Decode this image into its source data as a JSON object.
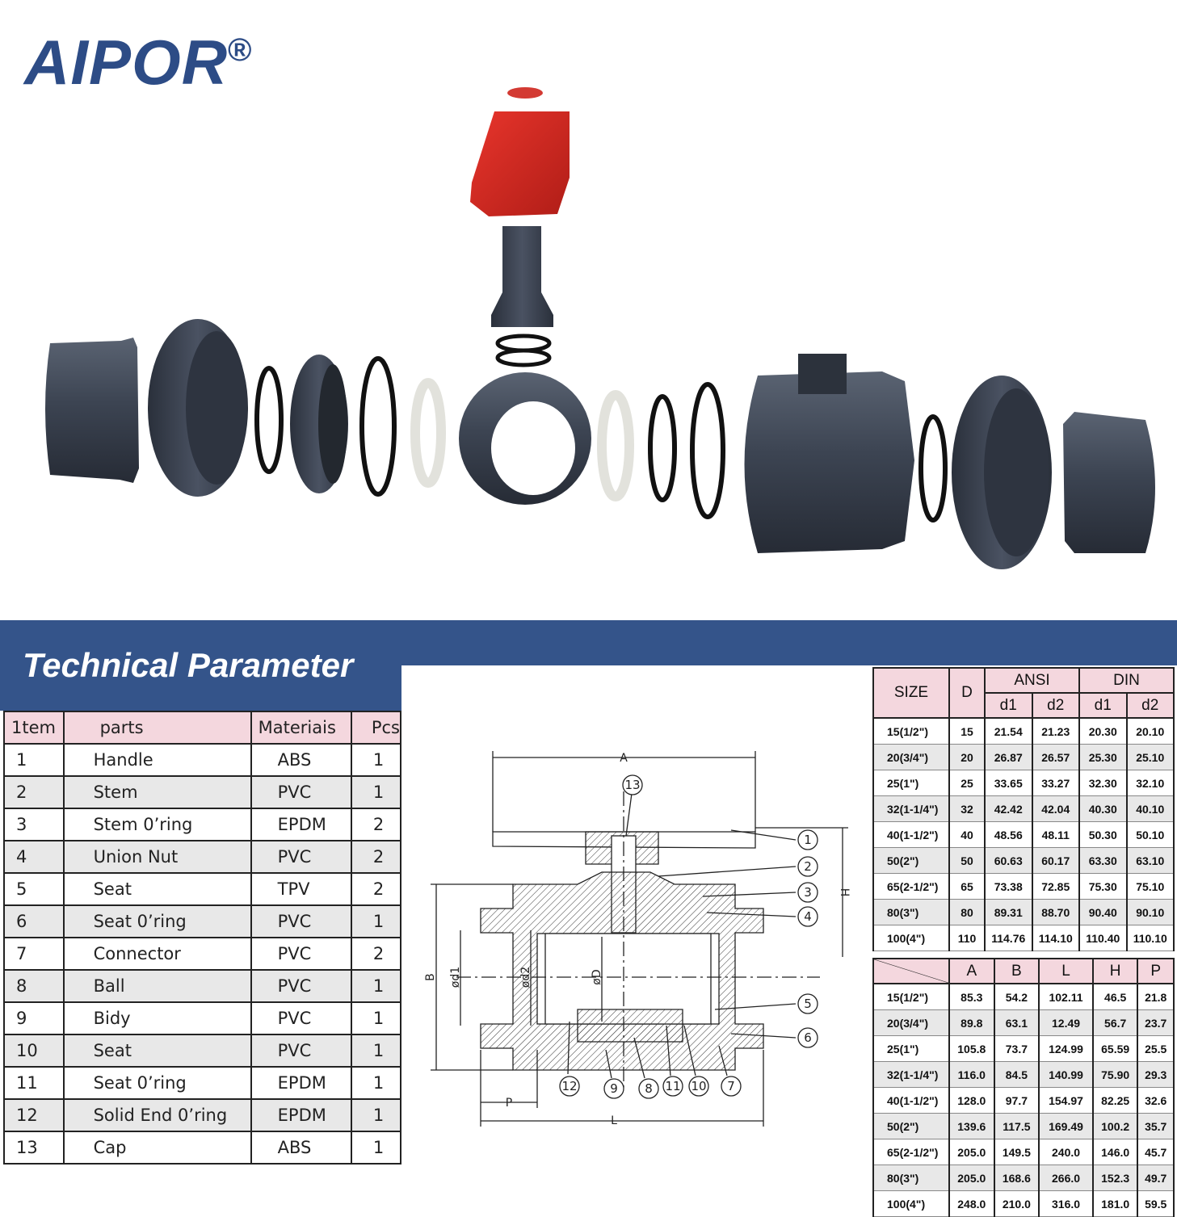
{
  "brand": {
    "name": "AIPOR",
    "mark": "®"
  },
  "banner": {
    "title": "Technical Parameter"
  },
  "parts_table": {
    "headers": [
      "1tem",
      "parts",
      "Materiais",
      "Pcs"
    ],
    "rows": [
      [
        "1",
        "Handle",
        "ABS",
        "1"
      ],
      [
        "2",
        "Stem",
        "PVC",
        "1"
      ],
      [
        "3",
        "Stem  0’ring",
        "EPDM",
        "2"
      ],
      [
        "4",
        "Union Nut",
        "PVC",
        "2"
      ],
      [
        "5",
        "Seat",
        "TPV",
        "2"
      ],
      [
        "6",
        "Seat  0’ring",
        "PVC",
        "1"
      ],
      [
        "7",
        "Connector",
        "PVC",
        "2"
      ],
      [
        "8",
        "Ball",
        "PVC",
        "1"
      ],
      [
        "9",
        "Bidy",
        "PVC",
        "1"
      ],
      [
        "10",
        "Seat",
        "PVC",
        "1"
      ],
      [
        "11",
        "Seat  0’ring",
        "EPDM",
        "1"
      ],
      [
        "12",
        "Solid End  0’ring",
        "EPDM",
        "1"
      ],
      [
        "13",
        "Cap",
        "ABS",
        "1"
      ]
    ]
  },
  "size_table": {
    "headers": {
      "size": "SIZE",
      "d": "D",
      "ansi": "ANSI",
      "din": "DIN",
      "d1": "d1",
      "d2": "d2"
    },
    "rows": [
      [
        "15(1/2\")",
        "15",
        "21.54",
        "21.23",
        "20.30",
        "20.10"
      ],
      [
        "20(3/4\")",
        "20",
        "26.87",
        "26.57",
        "25.30",
        "25.10"
      ],
      [
        "25(1\")",
        "25",
        "33.65",
        "33.27",
        "32.30",
        "32.10"
      ],
      [
        "32(1-1/4\")",
        "32",
        "42.42",
        "42.04",
        "40.30",
        "40.10"
      ],
      [
        "40(1-1/2\")",
        "40",
        "48.56",
        "48.11",
        "50.30",
        "50.10"
      ],
      [
        "50(2\")",
        "50",
        "60.63",
        "60.17",
        "63.30",
        "63.10"
      ],
      [
        "65(2-1/2\")",
        "65",
        "73.38",
        "72.85",
        "75.30",
        "75.10"
      ],
      [
        "80(3\")",
        "80",
        "89.31",
        "88.70",
        "90.40",
        "90.10"
      ],
      [
        "100(4\")",
        "110",
        "114.76",
        "114.10",
        "110.40",
        "110.10"
      ]
    ]
  },
  "dimension_table": {
    "headers": [
      "A",
      "B",
      "L",
      "H",
      "P"
    ],
    "rows": [
      [
        "15(1/2\")",
        "85.3",
        "54.2",
        "102.11",
        "46.5",
        "21.8"
      ],
      [
        "20(3/4\")",
        "89.8",
        "63.1",
        "12.49",
        "56.7",
        "23.7"
      ],
      [
        "25(1\")",
        "105.8",
        "73.7",
        "124.99",
        "65.59",
        "25.5"
      ],
      [
        "32(1-1/4\")",
        "116.0",
        "84.5",
        "140.99",
        "75.90",
        "29.3"
      ],
      [
        "40(1-1/2\")",
        "128.0",
        "97.7",
        "154.97",
        "82.25",
        "32.6"
      ],
      [
        "50(2\")",
        "139.6",
        "117.5",
        "169.49",
        "100.2",
        "35.7"
      ],
      [
        "65(2-1/2\")",
        "205.0",
        "149.5",
        "240.0",
        "146.0",
        "45.7"
      ],
      [
        "80(3\")",
        "205.0",
        "168.6",
        "266.0",
        "152.3",
        "49.7"
      ],
      [
        "100(4\")",
        "248.0",
        "210.0",
        "316.0",
        "181.0",
        "59.5"
      ]
    ]
  },
  "drawing": {
    "dims": {
      "A": "A",
      "B": "B",
      "H": "H",
      "L": "L",
      "P": "P",
      "d1": "ød1",
      "d2": "ød2",
      "D": "øD"
    },
    "callouts": [
      "1",
      "2",
      "3",
      "4",
      "5",
      "6",
      "7",
      "8",
      "9",
      "10",
      "11",
      "12",
      "13"
    ]
  },
  "colors": {
    "brand_blue": "#2d4c86",
    "banner": "#34548a",
    "header_pink": "#f4d7de",
    "handle_red": "#d0261f",
    "pvc_grey": "#3c4452"
  }
}
